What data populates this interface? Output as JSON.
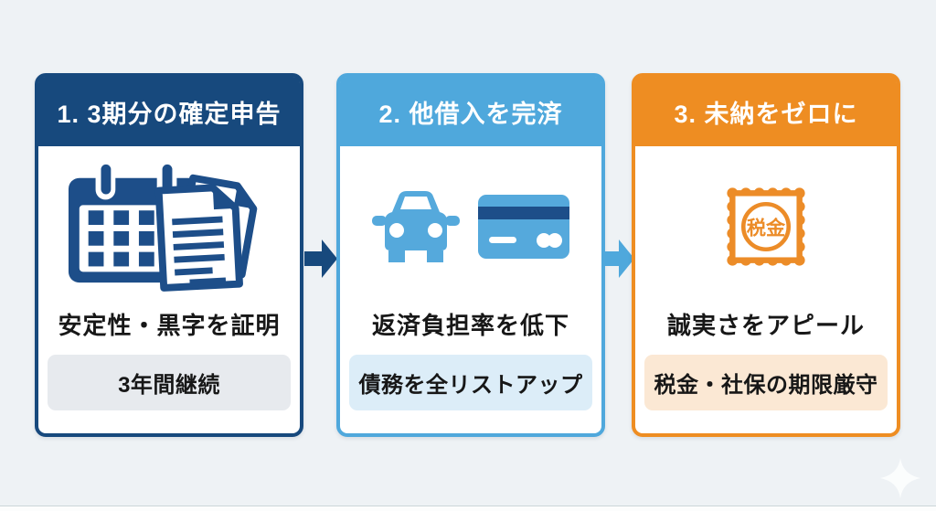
{
  "palette": {
    "background": "#eef2f5",
    "step1_color": "#17497d",
    "step2_color": "#4fa8dc",
    "step3_color": "#ee8d22",
    "icon_navy": "#1d4e89",
    "icon_light_blue": "#55a9dc",
    "icon_orange": "#ec8c28",
    "step1_highlight_bg": "#e7eaee",
    "step2_highlight_bg": "#dcedf8",
    "step3_highlight_bg": "#fbe8d4"
  },
  "steps": [
    {
      "title": "1. 3期分の確定申告",
      "caption": "安定性・黒字を証明",
      "highlight": "3年間継続",
      "icons": [
        "calendar-icon",
        "documents-icon"
      ]
    },
    {
      "title": "2. 他借入を完済",
      "caption": "返済負担率を低下",
      "highlight": "債務を全リストアップ",
      "icons": [
        "car-icon",
        "credit-card-icon"
      ]
    },
    {
      "title": "3. 未納をゼロに",
      "caption": "誠実さをアピール",
      "highlight": "税金・社保の期限厳守",
      "icons": [
        "tax-stamp-icon"
      ],
      "stamp_label": "税金"
    }
  ],
  "arrows": [
    {
      "direction": "right",
      "color": "#17497d"
    },
    {
      "direction": "right",
      "color": "#4fa8dc"
    }
  ],
  "decoration": {
    "sparkle": "four-point-star"
  }
}
